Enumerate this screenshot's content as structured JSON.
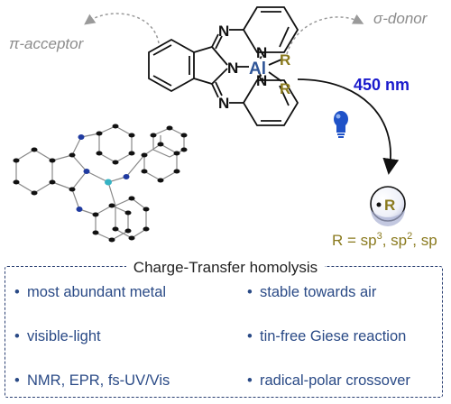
{
  "labels": {
    "pi_acceptor": "π-acceptor",
    "sigma_donor": "σ-donor",
    "wavelength": "450 nm",
    "radical": "R",
    "r_scope_prefix": "R = sp",
    "r_scope_exp1": "3",
    "r_scope_mid1": ", sp",
    "r_scope_exp2": "2",
    "r_scope_mid2": ", sp"
  },
  "molecule": {
    "metal": "Al",
    "n_center": "N",
    "n_top": "N",
    "n_bottom": "N",
    "n_py_top": "N",
    "n_py_bottom": "N",
    "r_top": "R",
    "r_bottom": "R"
  },
  "box": {
    "title": "Charge-Transfer homolysis",
    "bullet_char": "•",
    "left_items": [
      "most abundant metal",
      "visible-light",
      "NMR, EPR, fs-UV/Vis"
    ],
    "right_items": [
      "stable towards air",
      "tin-free Giese reaction",
      "radical-polar crossover"
    ]
  },
  "colors": {
    "al_blue": "#2f5597",
    "r_olive": "#8a7a1e",
    "nm_blue": "#1a1acc",
    "bullet_text": "#2a4a86",
    "grey_text": "#8c8c8c",
    "bulb_blue": "#1f52c8"
  }
}
